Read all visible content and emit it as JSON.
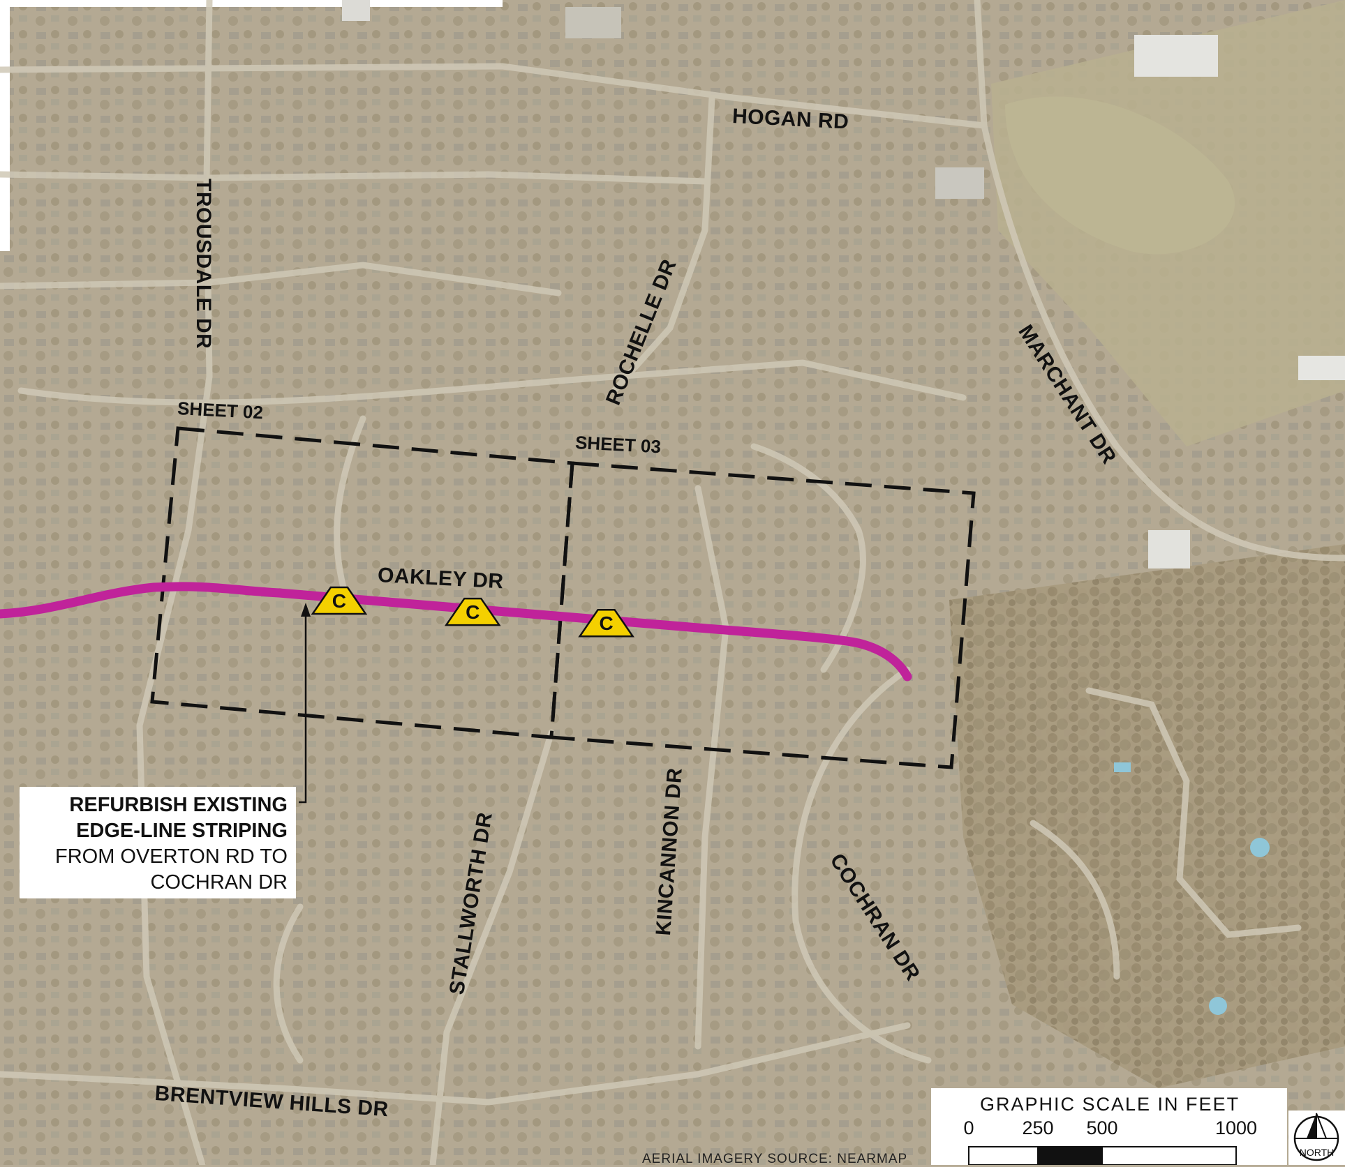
{
  "roads": {
    "hogan": "HOGAN RD",
    "trousdale": "TROUSDALE DR",
    "rochelle": "ROCHELLE DR",
    "marchant": "MARCHANT DR",
    "oakley": "OAKLEY DR",
    "stallworth": "STALLWORTH DR",
    "kincannon": "KINCANNON DR",
    "cochran": "COCHRAN DR",
    "brentview": "BRENTVIEW HILLS DR"
  },
  "sheets": {
    "sheet02": "SHEET 02",
    "sheet03": "SHEET 03"
  },
  "markers": {
    "letter": "C",
    "count": 3
  },
  "callout": {
    "line1": "REFURBISH EXISTING",
    "line2": "EDGE-LINE STRIPING",
    "line3": "FROM OVERTON RD TO",
    "line4": "COCHRAN DR"
  },
  "scale": {
    "title": "GRAPHIC SCALE IN FEET",
    "ticks": [
      "0",
      "250",
      "500",
      "1000"
    ]
  },
  "north": {
    "label": "NORTH"
  },
  "source": "AERIAL IMAGERY SOURCE: NEARMAP",
  "colors": {
    "route": "#c0239a",
    "marker_fill": "#f4d000",
    "sheet_border": "#111111"
  }
}
